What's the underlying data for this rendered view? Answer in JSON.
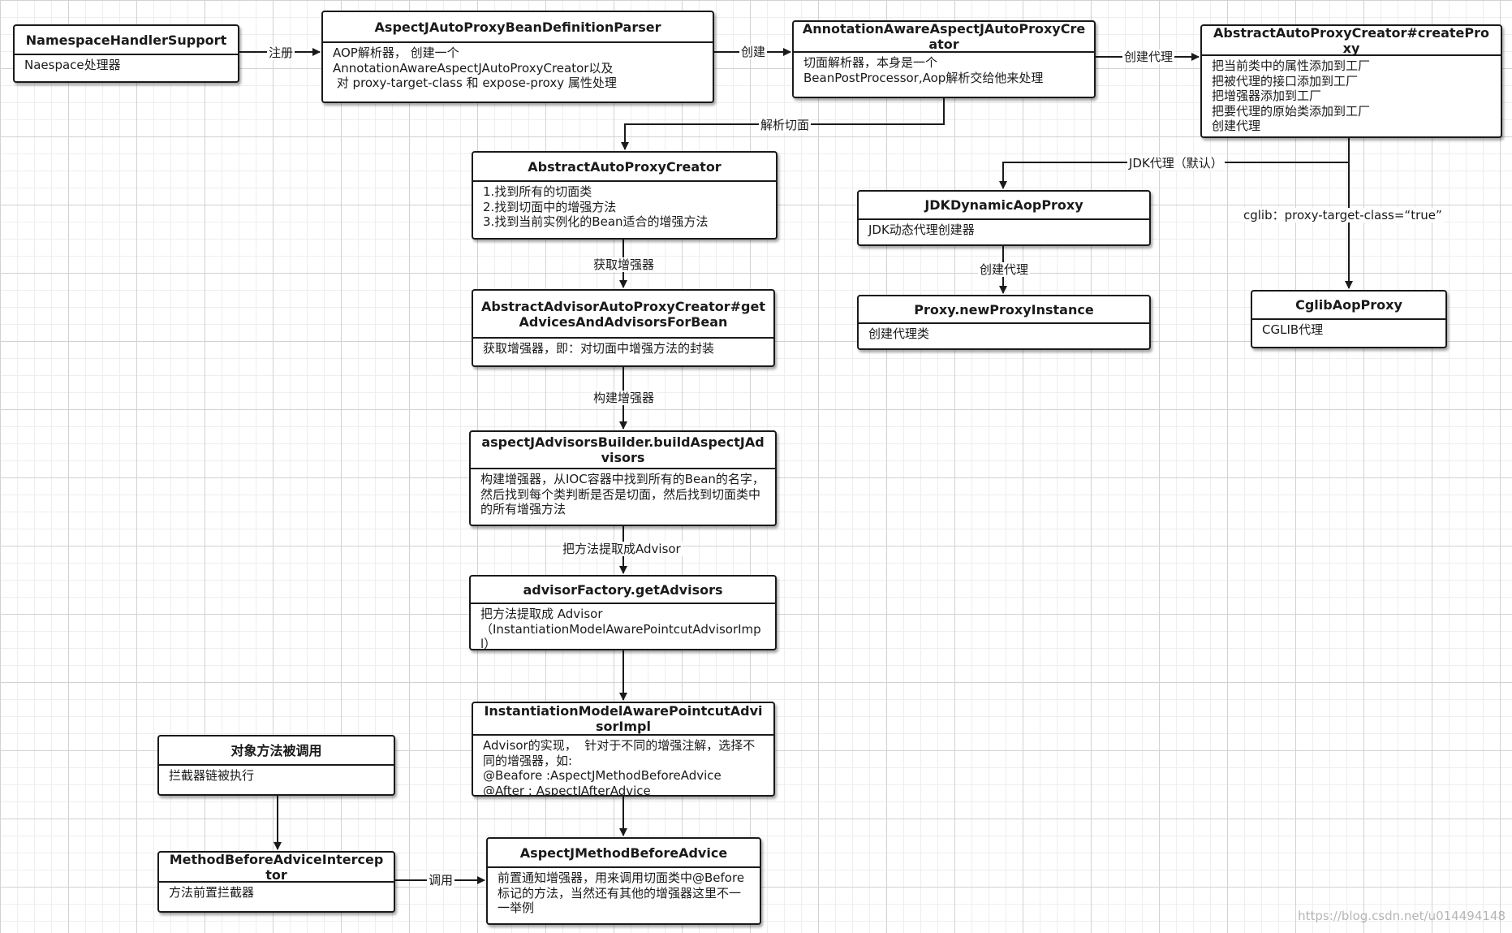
{
  "nodes": {
    "namespace_handler": {
      "title": "NamespaceHandlerSupport",
      "body": "Naespace处理器"
    },
    "bean_definition_parser": {
      "title": "AspectJAutoProxyBeanDefinitionParser",
      "body": "AOP解析器， 创建一个\nAnnotationAwareAspectJAutoProxyCreator以及\n 对 proxy-target-class 和 expose-proxy 属性处理"
    },
    "annotation_aware_creator": {
      "title": "AnnotationAwareAspectJAutoProxyCreator",
      "body": "切面解析器，本身是一个\nBeanPostProcessor,Aop解析交给他来处理"
    },
    "create_proxy": {
      "title": "AbstractAutoProxyCreator#createProxy",
      "body": "把当前类中的属性添加到工厂\n把被代理的接口添加到工厂\n把增强器添加到工厂\n把要代理的原始类添加到工厂\n创建代理"
    },
    "abstract_auto_proxy_creator": {
      "title": "AbstractAutoProxyCreator",
      "body": "1.找到所有的切面类\n2.找到切面中的增强方法\n3.找到当前实例化的Bean适合的增强方法"
    },
    "jdk_dynamic_aop_proxy": {
      "title": "JDKDynamicAopProxy",
      "body": "JDK动态代理创建器"
    },
    "proxy_new_instance": {
      "title": "Proxy.newProxyInstance",
      "body": "创建代理类"
    },
    "cglib_aop_proxy": {
      "title": "CglibAopProxy",
      "body": "CGLIB代理"
    },
    "get_advices_and_advisors": {
      "title": "AbstractAdvisorAutoProxyCreator#getAdvicesAndAdvisorsForBean",
      "body": "获取增强器，即：对切面中增强方法的封装"
    },
    "build_aspectj_advisors": {
      "title": "aspectJAdvisorsBuilder.buildAspectJAdvisors",
      "body": "构建增强器，从IOC容器中找到所有的Bean的名字，然后找到每个类判断是否是切面，然后找到切面类中的所有增强方法"
    },
    "advisor_factory_get_advisors": {
      "title": "advisorFactory.getAdvisors",
      "body": "把方法提取成 Advisor\n（InstantiationModelAwarePointcutAdvisorImpl）"
    },
    "instantiation_model_advisor_impl": {
      "title": "InstantiationModelAwarePointcutAdvisorImpl",
      "body": "Advisor的实现，  针对于不同的增强注解，选择不同的增强器，如:\n@Beafore :AspectJMethodBeforeAdvice\n@After : AspectJAfterAdvice"
    },
    "target_method_invoked": {
      "title": "对象方法被调用",
      "body": "拦截器链被执行"
    },
    "method_before_advice_interceptor": {
      "title": "MethodBeforeAdviceInterceptor",
      "body": "方法前置拦截器"
    },
    "aspectj_method_before_advice": {
      "title": "AspectJMethodBeforeAdvice",
      "body": "前置通知增强器，用来调用切面类中@Before标记的方法，当然还有其他的增强器这里不一一举例"
    }
  },
  "edge_labels": {
    "register": "注册",
    "create": "创建",
    "create_proxy": "创建代理",
    "parse_aspect": "解析切面",
    "jdk_proxy_default": "JDK代理（默认）",
    "cglib_condition": "cglib：proxy-target-class=“true”",
    "create_proxy_2": "创建代理",
    "get_advisors": "获取增强器",
    "build_advisors": "构建增强器",
    "extract_advisor": "把方法提取成Advisor",
    "invoke": "调用"
  },
  "watermark": "https://blog.csdn.net/u014494148",
  "colors": {
    "stroke": "#1a1a1a",
    "grid_major": "#d2d2d2",
    "grid_minor": "#eeeeee"
  }
}
